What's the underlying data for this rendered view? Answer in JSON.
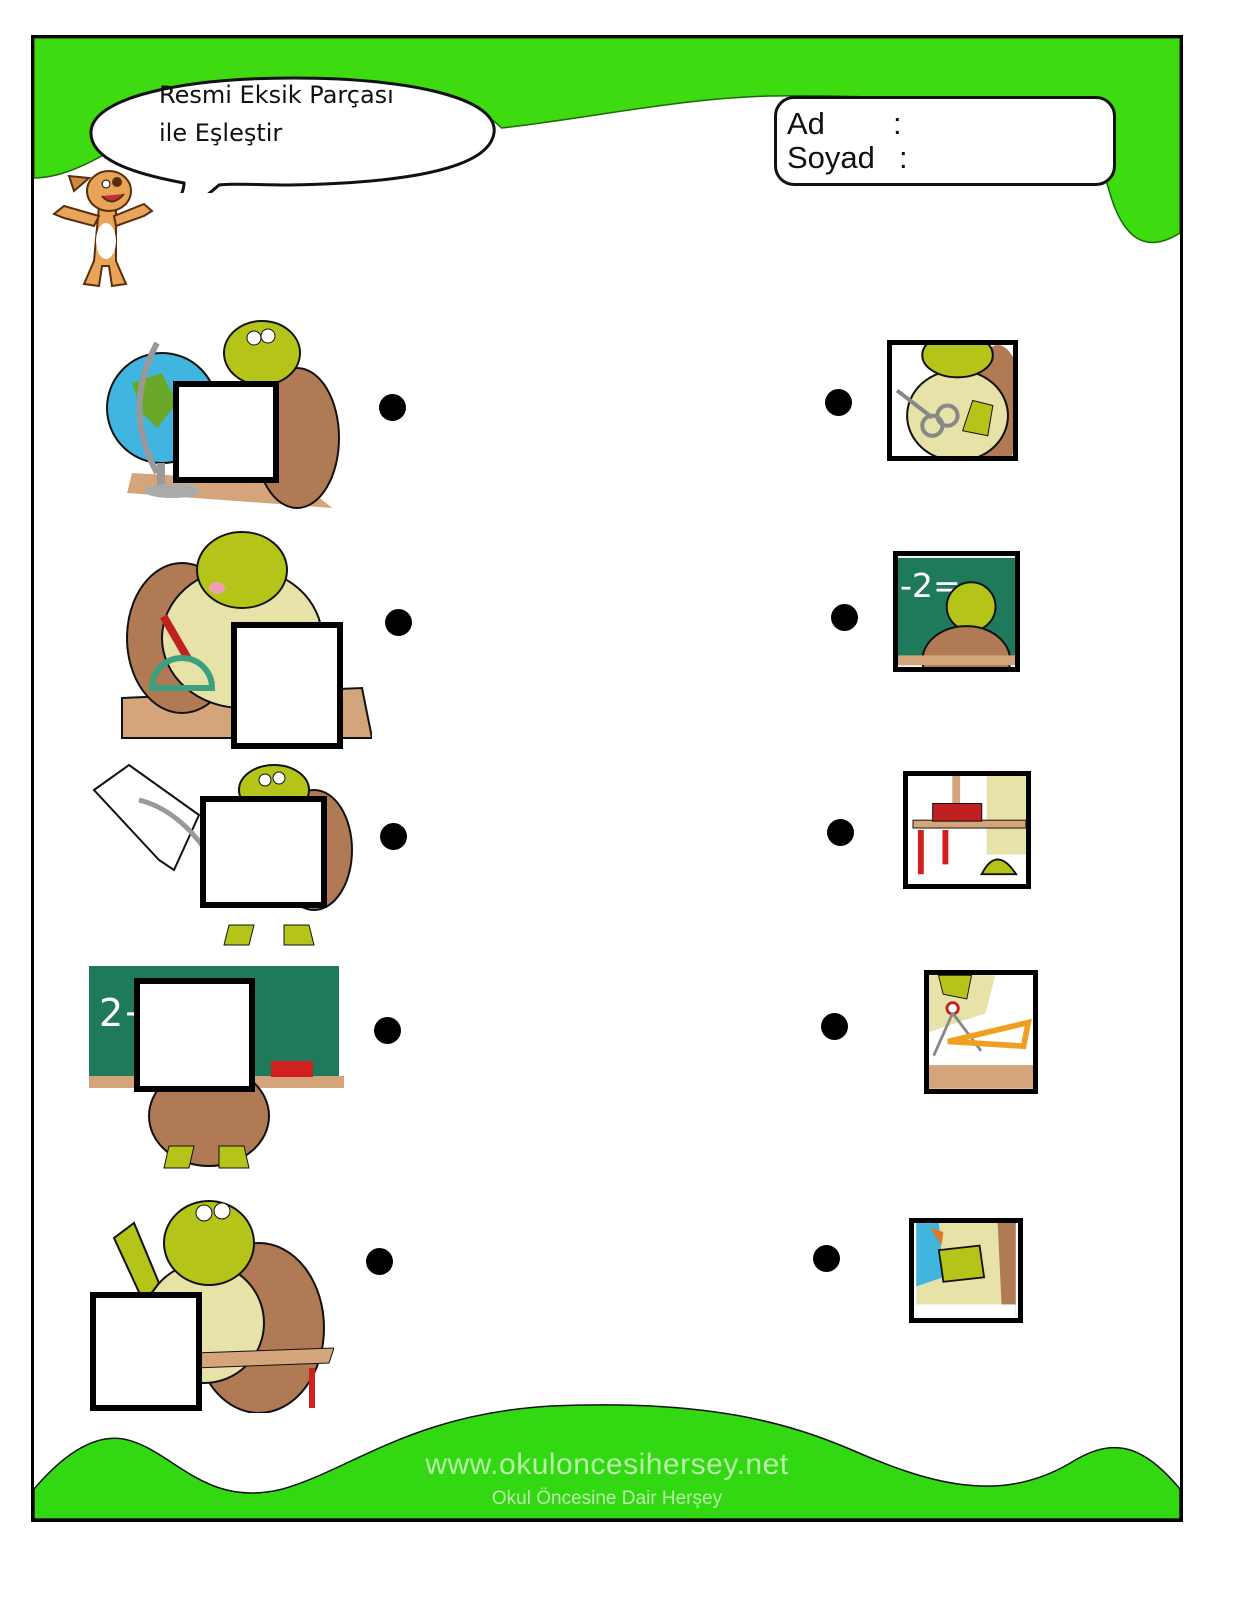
{
  "worksheet": {
    "instruction_line1": "Resmi Eksik Parçası",
    "instruction_line2": "ile Eşleştir",
    "name_label": "Ad",
    "surname_label": "Soyad",
    "colon": ":",
    "name_value": "",
    "surname_value": ""
  },
  "left_items": [
    {
      "scene": "turtle-with-globe"
    },
    {
      "scene": "turtle-drawing-at-desk"
    },
    {
      "scene": "turtle-with-quill-paper"
    },
    {
      "scene": "turtle-at-blackboard"
    },
    {
      "scene": "turtle-raising-hand-at-desk"
    }
  ],
  "right_pieces": [
    {
      "scene": "turtle-holding-scissors"
    },
    {
      "scene": "blackboard-2-equals-turtle-back"
    },
    {
      "scene": "desk-with-red-book"
    },
    {
      "scene": "compass-and-set-square"
    },
    {
      "scene": "turtle-holding-globe"
    }
  ],
  "footer": {
    "url": "www.okuloncesihersey.net",
    "tagline": "Okul Öncesine Dair Herşey"
  },
  "colors": {
    "green": "#3ddb0f",
    "turtle_skin": "#b5c418",
    "shell": "#b07a55",
    "chalkboard": "#1f7a5c"
  }
}
